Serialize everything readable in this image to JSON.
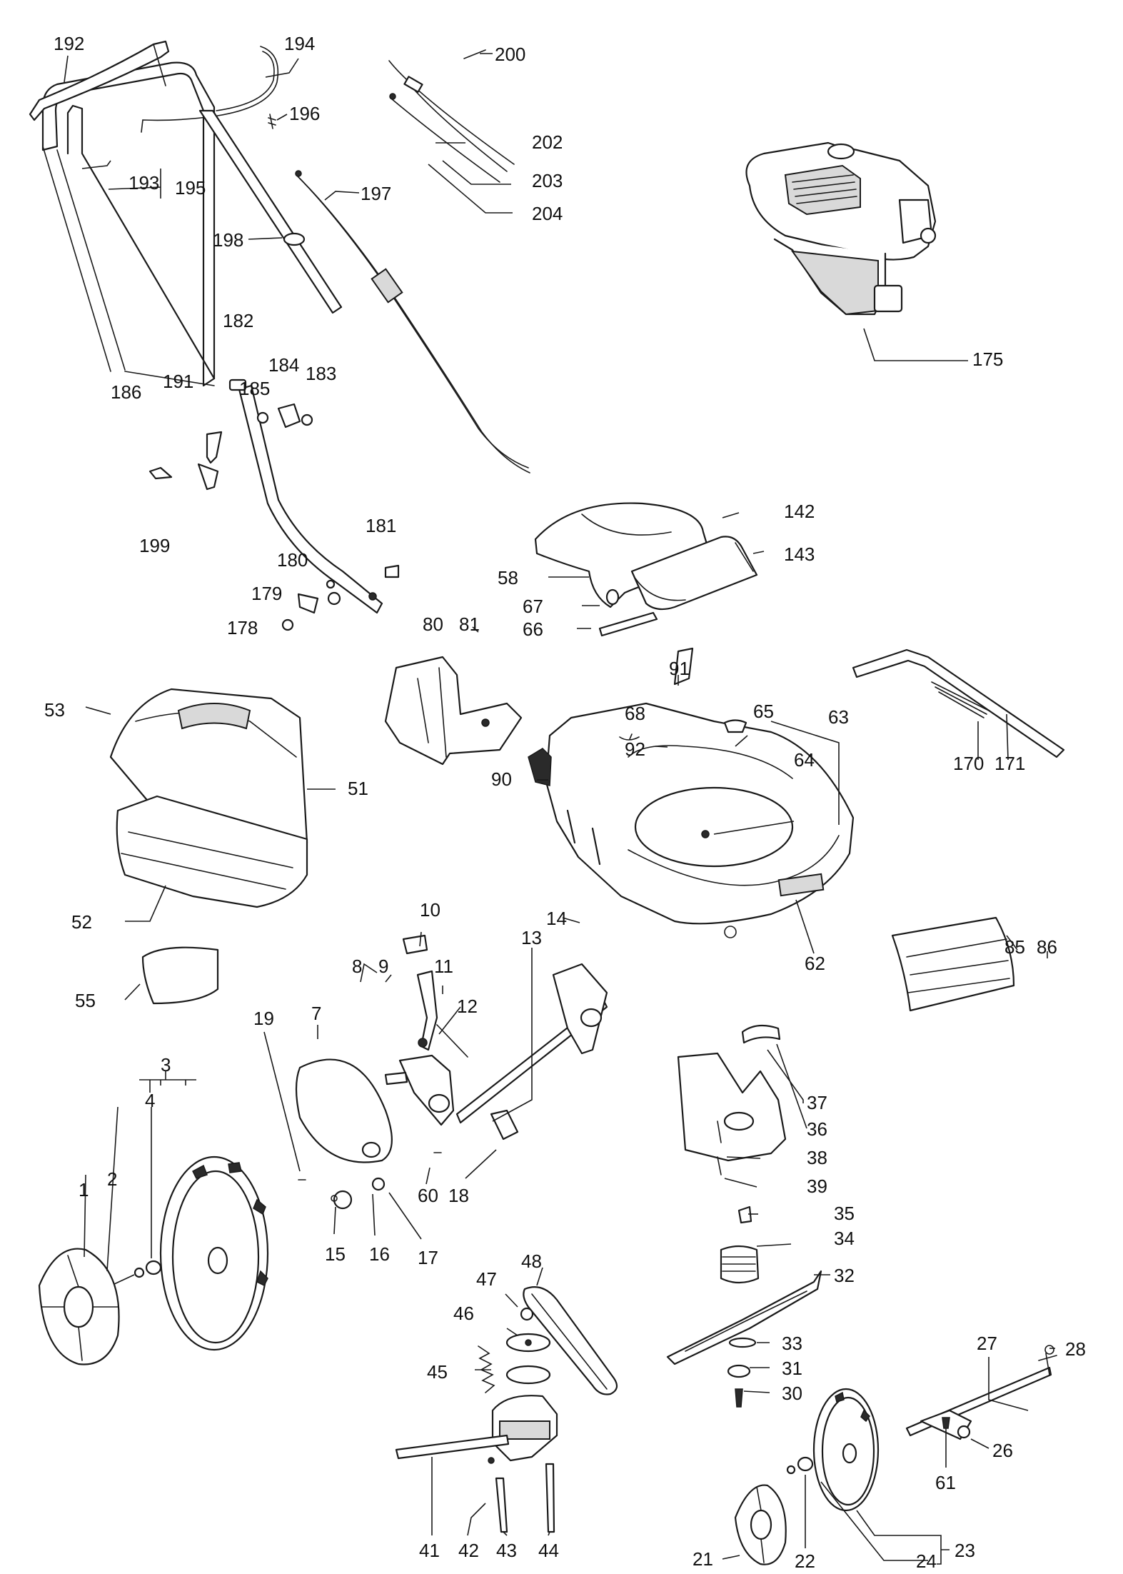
{
  "callouts": [
    {
      "id": "c192",
      "text": "192"
    },
    {
      "id": "c194",
      "text": "194"
    },
    {
      "id": "c196",
      "text": "196"
    },
    {
      "id": "c193",
      "text": "193"
    },
    {
      "id": "c195",
      "text": "195"
    },
    {
      "id": "c198",
      "text": "198"
    },
    {
      "id": "c197",
      "text": "197"
    },
    {
      "id": "c200",
      "text": "200"
    },
    {
      "id": "c202",
      "text": "202"
    },
    {
      "id": "c203",
      "text": "203"
    },
    {
      "id": "c204",
      "text": "204"
    },
    {
      "id": "c175",
      "text": "175"
    },
    {
      "id": "c182",
      "text": "182"
    },
    {
      "id": "c184",
      "text": "184"
    },
    {
      "id": "c183",
      "text": "183"
    },
    {
      "id": "c185",
      "text": "185"
    },
    {
      "id": "c186",
      "text": "186"
    },
    {
      "id": "c191",
      "text": "191"
    },
    {
      "id": "c199",
      "text": "199"
    },
    {
      "id": "c181",
      "text": "181"
    },
    {
      "id": "c180",
      "text": "180"
    },
    {
      "id": "c179",
      "text": "179"
    },
    {
      "id": "c178",
      "text": "178"
    },
    {
      "id": "c142",
      "text": "142"
    },
    {
      "id": "c143",
      "text": "143"
    },
    {
      "id": "c58",
      "text": "58"
    },
    {
      "id": "c67",
      "text": "67"
    },
    {
      "id": "c66",
      "text": "66"
    },
    {
      "id": "c80",
      "text": "80"
    },
    {
      "id": "c81",
      "text": "81"
    },
    {
      "id": "c53",
      "text": "53"
    },
    {
      "id": "c51",
      "text": "51"
    },
    {
      "id": "c52",
      "text": "52"
    },
    {
      "id": "c91",
      "text": "91"
    },
    {
      "id": "c68",
      "text": "68"
    },
    {
      "id": "c65",
      "text": "65"
    },
    {
      "id": "c63",
      "text": "63"
    },
    {
      "id": "c64",
      "text": "64"
    },
    {
      "id": "c90",
      "text": "90"
    },
    {
      "id": "c92",
      "text": "92"
    },
    {
      "id": "c62",
      "text": "62"
    },
    {
      "id": "c170",
      "text": "170"
    },
    {
      "id": "c171",
      "text": "171"
    },
    {
      "id": "c55",
      "text": "55"
    },
    {
      "id": "c10",
      "text": "10"
    },
    {
      "id": "c14",
      "text": "14"
    },
    {
      "id": "c8",
      "text": "8"
    },
    {
      "id": "c9",
      "text": "9"
    },
    {
      "id": "c11",
      "text": "11"
    },
    {
      "id": "c13",
      "text": "13"
    },
    {
      "id": "c12",
      "text": "12"
    },
    {
      "id": "c19",
      "text": "19"
    },
    {
      "id": "c7",
      "text": "7"
    },
    {
      "id": "c85",
      "text": "85"
    },
    {
      "id": "c86",
      "text": "86"
    },
    {
      "id": "c37",
      "text": "37"
    },
    {
      "id": "c36",
      "text": "36"
    },
    {
      "id": "c38",
      "text": "38"
    },
    {
      "id": "c39",
      "text": "39"
    },
    {
      "id": "c3",
      "text": "3"
    },
    {
      "id": "c4",
      "text": "4"
    },
    {
      "id": "c2",
      "text": "2"
    },
    {
      "id": "c1",
      "text": "1"
    },
    {
      "id": "c60",
      "text": "60"
    },
    {
      "id": "c18",
      "text": "18"
    },
    {
      "id": "c15",
      "text": "15"
    },
    {
      "id": "c16",
      "text": "16"
    },
    {
      "id": "c17",
      "text": "17"
    },
    {
      "id": "c35",
      "text": "35"
    },
    {
      "id": "c34",
      "text": "34"
    },
    {
      "id": "c32",
      "text": "32"
    },
    {
      "id": "c48",
      "text": "48"
    },
    {
      "id": "c47",
      "text": "47"
    },
    {
      "id": "c46",
      "text": "46"
    },
    {
      "id": "c45",
      "text": "45"
    },
    {
      "id": "c33",
      "text": "33"
    },
    {
      "id": "c31",
      "text": "31"
    },
    {
      "id": "c30",
      "text": "30"
    },
    {
      "id": "c27",
      "text": "27"
    },
    {
      "id": "c28",
      "text": "28"
    },
    {
      "id": "c26",
      "text": "26"
    },
    {
      "id": "c61",
      "text": "61"
    },
    {
      "id": "c41",
      "text": "41"
    },
    {
      "id": "c42",
      "text": "42"
    },
    {
      "id": "c43",
      "text": "43"
    },
    {
      "id": "c44",
      "text": "44"
    },
    {
      "id": "c21",
      "text": "21"
    },
    {
      "id": "c22",
      "text": "22"
    },
    {
      "id": "c24",
      "text": "24"
    },
    {
      "id": "c23",
      "text": "23"
    }
  ]
}
